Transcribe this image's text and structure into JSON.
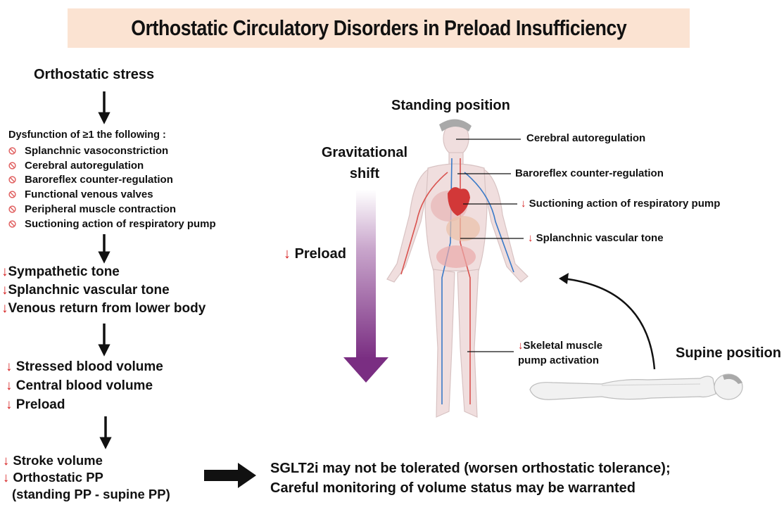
{
  "title": "Orthostatic Circulatory Disorders in Preload Insufficiency",
  "flow": {
    "orthostatic_stress": "Orthostatic stress",
    "dysfunction_header": "Dysfunction of ≥1 the following :",
    "dysfunction_items": [
      "Splanchnic vasoconstriction",
      "Cerebral autoregulation",
      "Baroreflex counter-regulation",
      "Functional venous valves",
      "Peripheral muscle contraction",
      "Suctioning action of respiratory pump"
    ],
    "down_arrow_symbol": "↓",
    "group1": [
      "Sympathetic tone",
      "Splanchnic vascular tone",
      "Venous return from lower body"
    ],
    "group2": [
      "Stressed blood volume",
      "Central blood volume",
      "Preload"
    ],
    "group3_line1": "Stroke volume",
    "group3_line2": "Orthostatic PP",
    "group3_line3": "(standing PP - supine PP)"
  },
  "conclusion": {
    "line1": "SGLT2i may not be tolerated (worsen orthostatic tolerance);",
    "line2": "Careful monitoring of volume status may be warranted"
  },
  "figure": {
    "standing_position": "Standing position",
    "supine_position": "Supine position",
    "gravitational_line1": "Gravitational",
    "gravitational_line2": "shift",
    "preload_label": "Preload",
    "callouts": {
      "cerebral": "Cerebral autoregulation",
      "baroreflex": "Baroreflex counter-regulation",
      "respiratory": "Suctioning action of respiratory pump",
      "splanchnic": "Splanchnic vascular tone",
      "skeletal_line1": "Skeletal muscle",
      "skeletal_line2": "pump activation"
    }
  },
  "colors": {
    "title_bg": "#fbe3d2",
    "arrow_down_red": "#d62020",
    "ban_icon": "#e06060",
    "gravity_arrow": "#7a2e82"
  }
}
